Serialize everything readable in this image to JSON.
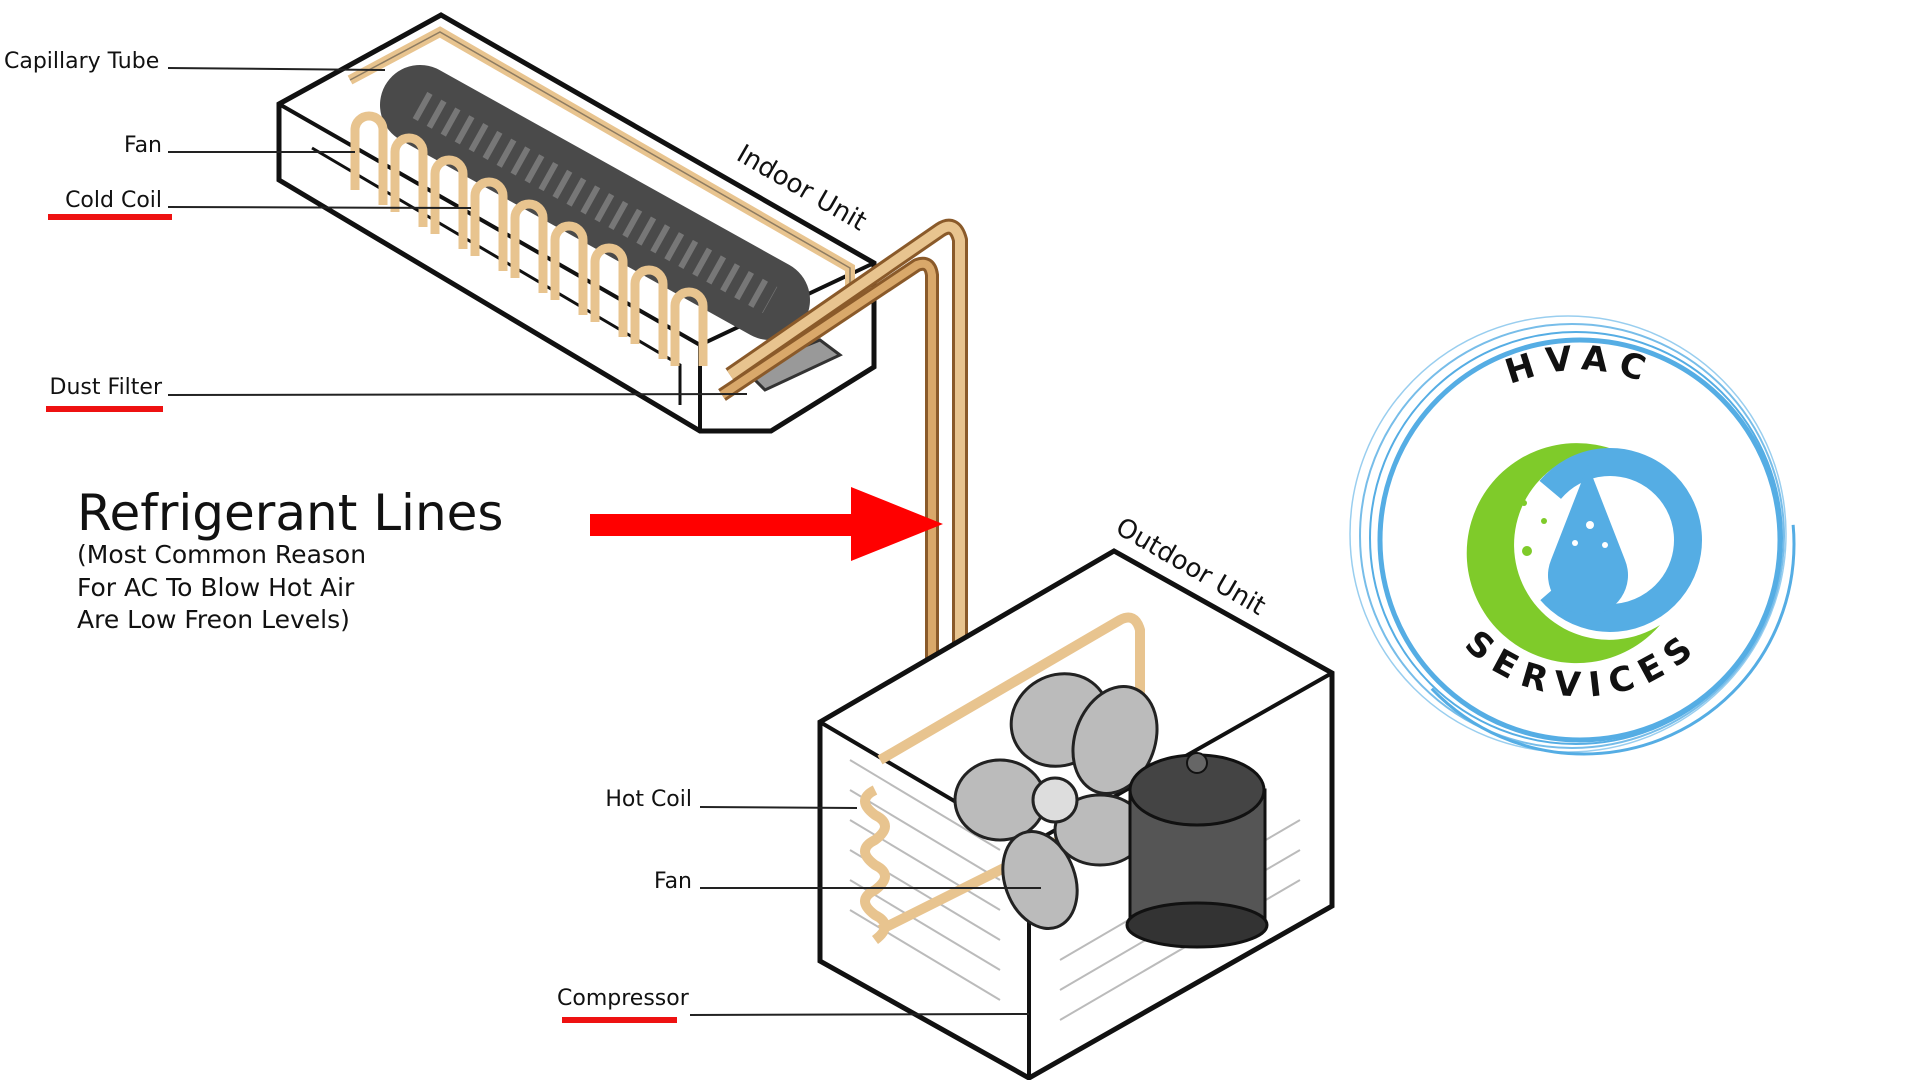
{
  "labels": {
    "capillary_tube": "Capillary Tube",
    "fan_indoor": "Fan",
    "cold_coil": "Cold Coil",
    "dust_filter": "Dust Filter",
    "indoor_unit": "Indoor Unit",
    "outdoor_unit": "Outdoor Unit",
    "hot_coil": "Hot Coil",
    "fan_outdoor": "Fan",
    "compressor": "Compressor"
  },
  "callout": {
    "title": "Refrigerant Lines",
    "lines": [
      "(Most Common Reason",
      "For AC To Blow Hot Air",
      "Are Low Freon Levels)"
    ]
  },
  "logo": {
    "top_text": "HVAC",
    "bottom_text": "SERVICES"
  },
  "colors": {
    "highlight": "#ee1111",
    "pipe": "#e8c48f",
    "logo_blue": "#55ade4",
    "logo_green": "#7fcb2a"
  }
}
